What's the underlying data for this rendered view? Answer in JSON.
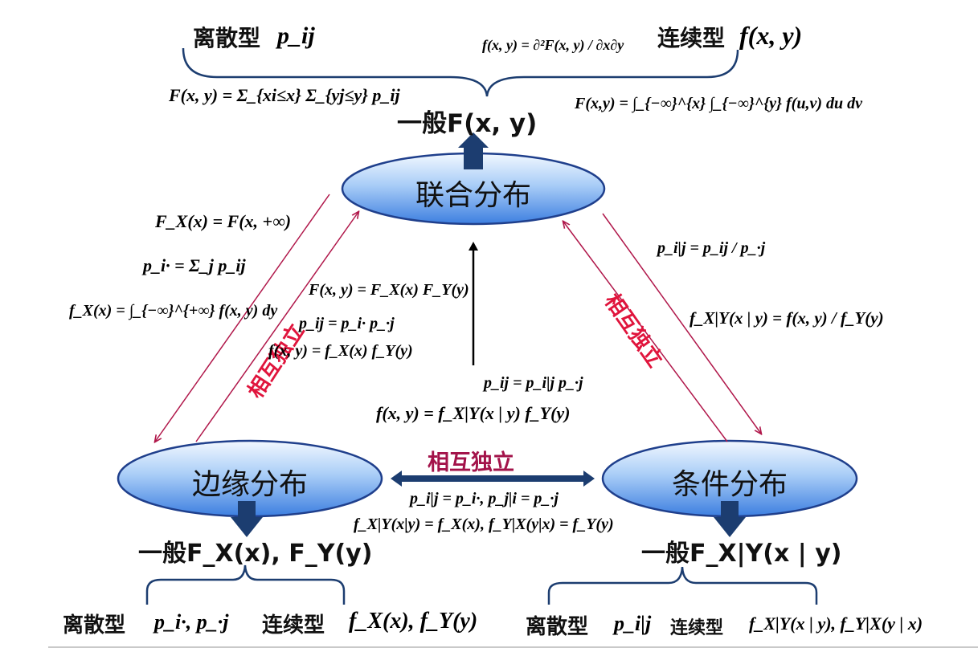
{
  "nodes": {
    "joint": "联合分布",
    "marginal": "边缘分布",
    "conditional": "条件分布"
  },
  "top": {
    "discrete_label": "离散型",
    "discrete_symbol": "p_ij",
    "continuous_label": "连续型",
    "continuous_symbol": "f(x, y)",
    "density_formula": "f(x, y) = ∂²F(x, y) / ∂x∂y",
    "general": "一般F(x, y)",
    "discrete_cdf": "F(x, y) = Σ_{xi≤x} Σ_{yj≤y} p_ij",
    "continuous_cdf": "F(x,y) = ∫_{−∞}^{x} ∫_{−∞}^{y} f(u,v) du dv"
  },
  "left_side": {
    "fx_cdf": "F_X(x) = F(x, +∞)",
    "pi_dot": "p_i· = Σ_j p_ij",
    "fx_pdf": "f_X(x) = ∫_{−∞}^{+∞} f(x, y) dy",
    "independent": "相互独立",
    "indep_F": "F(x, y) = F_X(x) F_Y(y)",
    "indep_p": "p_ij = p_i· p_·j",
    "indep_f": "f(x, y) = f_X(x) f_Y(y)"
  },
  "center": {
    "mult_p": "p_ij = p_i|j p_·j",
    "mult_f": "f(x, y) = f_X|Y(x | y) f_Y(y)"
  },
  "right_side": {
    "cond_p": "p_i|j = p_ij / p_·j",
    "cond_f": "f_X|Y(x | y) = f(x, y) / f_Y(y)",
    "independent": "相互独立"
  },
  "bottom_middle": {
    "independent": "相互独立",
    "cond_p_eq": "p_i|j = p_i·, p_j|i = p_·j",
    "cond_f_eq": "f_X|Y(x|y) = f_X(x), f_Y|X(y|x) = f_Y(y)"
  },
  "bottom_left": {
    "general": "一般F_X(x), F_Y(y)",
    "discrete_label": "离散型",
    "discrete_symbol": "p_i·, p_·j",
    "continuous_label": "连续型",
    "continuous_symbol": "f_X(x), f_Y(y)"
  },
  "bottom_right": {
    "general": "一般F_X|Y(x | y)",
    "discrete_label": "离散型",
    "discrete_symbol": "p_i|j",
    "continuous_label": "连续型",
    "continuous_symbol": "f_X|Y(x | y), f_Y|X(y | x)"
  },
  "colors": {
    "ellipse_top": "#eef6ff",
    "ellipse_bottom": "#3d7fe0",
    "ellipse_stroke": "#1f3f8c",
    "block_arrow": "#1c3d70",
    "thin_arrow": "#b0174a",
    "red_text": "#e0143c"
  }
}
